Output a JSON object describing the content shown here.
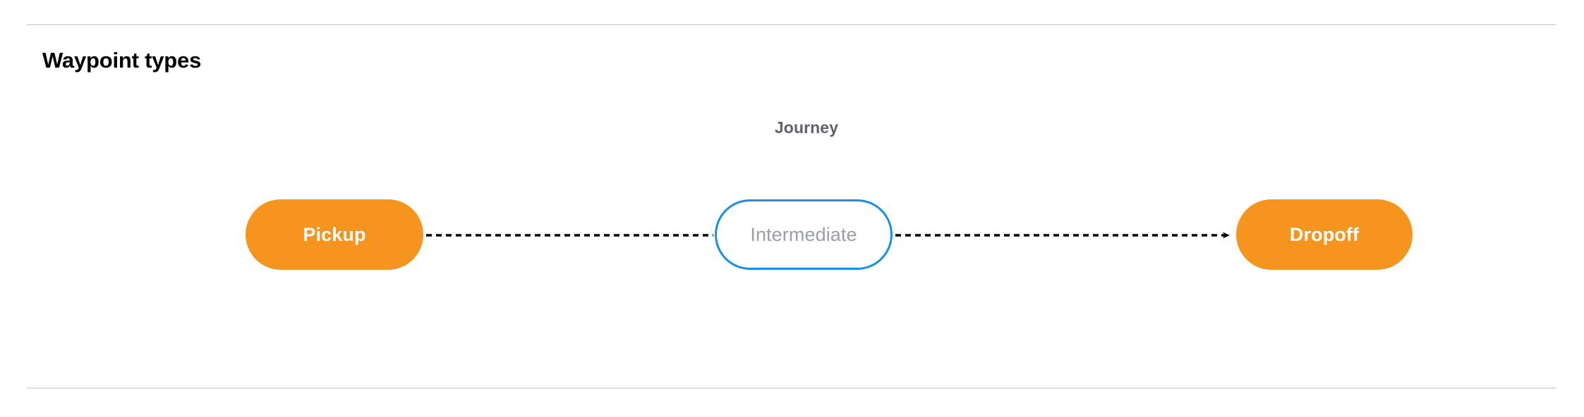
{
  "section": {
    "title": "Waypoint types"
  },
  "diagram": {
    "group_label": "Journey",
    "nodes": [
      {
        "id": "pickup",
        "label": "Pickup",
        "kind": "terminal",
        "fill": "#f5941e",
        "text_color": "#ffffff"
      },
      {
        "id": "intermediate",
        "label": "Intermediate",
        "kind": "intermediate",
        "fill": "#ffffff",
        "border_color": "#1a8fe3",
        "text_color": "#9aa0a6"
      },
      {
        "id": "dropoff",
        "label": "Dropoff",
        "kind": "terminal",
        "fill": "#f5941e",
        "text_color": "#ffffff"
      }
    ],
    "edges": [
      {
        "from": "pickup",
        "to": "intermediate",
        "style": "dashed",
        "arrowhead": false,
        "color": "#000000"
      },
      {
        "from": "intermediate",
        "to": "dropoff",
        "style": "dashed",
        "arrowhead": true,
        "color": "#000000"
      }
    ]
  },
  "colors": {
    "terminal_orange": "#f5941e",
    "intermediate_blue": "#1a8fe3",
    "intermediate_text": "#9aa0a6",
    "group_label_gray": "#5f6368",
    "rule_gray": "#dadce0",
    "title_black": "#000000"
  }
}
